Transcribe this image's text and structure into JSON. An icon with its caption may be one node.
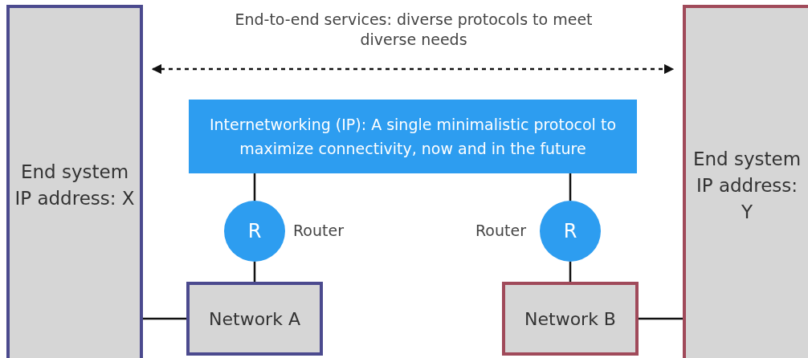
{
  "diagram": {
    "nodes": [
      {
        "text": [
          "End system IP address: X"
        ]
      },
      {
        "text": [
          "Internetworking (IP): A single minimalistic protocol to maximize connectivity, now and in the future"
        ]
      },
      {
        "text": [
          "R"
        ],
        "beside": [
          "Router"
        ]
      },
      {
        "text": [
          "R"
        ],
        "beside": [
          "Router"
        ]
      },
      {
        "text": [
          "Network A"
        ]
      },
      {
        "text": [
          "Network B"
        ]
      },
      {
        "text": [
          "End system IP address: Y"
        ]
      }
    ],
    "edges": [
      {
        "from": 0,
        "to": 6,
        "arrow": "both",
        "style": "dashed",
        "label": "End-to-end services: diverse protocols to meet diverse needs"
      },
      {
        "from": 1,
        "to": 2,
        "arrow": "none"
      },
      {
        "from": 2,
        "to": 4,
        "arrow": "none"
      },
      {
        "from": 0,
        "to": 4,
        "arrow": "none"
      },
      {
        "from": 1,
        "to": 3,
        "arrow": "none"
      },
      {
        "from": 3,
        "to": 5,
        "arrow": "none"
      },
      {
        "from": 5,
        "to": 6,
        "arrow": "none"
      }
    ]
  }
}
